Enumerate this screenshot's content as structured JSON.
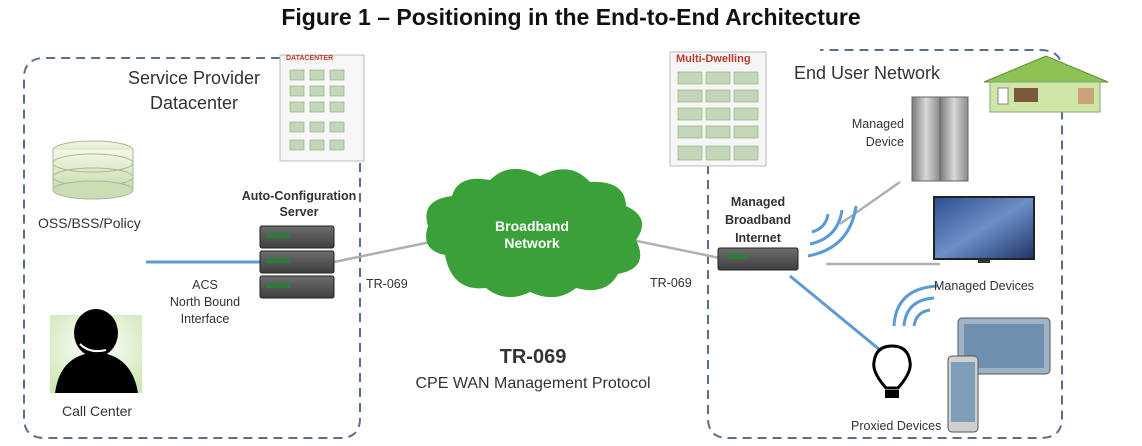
{
  "title": "Figure 1 – Positioning in the End-to-End Architecture",
  "regions": {
    "provider_title_line1": "Service Provider",
    "provider_title_line2": "Datacenter",
    "end_user_title": "End User Network"
  },
  "provider": {
    "datacenter_tag": "DATACENTER",
    "oss_label": "OSS/BSS/Policy",
    "acs_label_line1": "Auto-Configuration",
    "acs_label_line2": "Server",
    "nbi_line1": "ACS",
    "nbi_line2": "North Bound",
    "nbi_line3": "Interface",
    "call_center_label": "Call Center"
  },
  "network": {
    "cloud_line1": "Broadband",
    "cloud_line2": "Network",
    "tr069_left": "TR-069",
    "tr069_right": "TR-069",
    "protocol_title": "TR-069",
    "protocol_subtitle": "CPE WAN Management Protocol"
  },
  "end_user": {
    "multi_dwelling_tag": "Multi-Dwelling",
    "managed_device_line1": "Managed",
    "managed_device_line2": "Device",
    "gateway_line1": "Managed",
    "gateway_line2": "Broadband",
    "gateway_line3": "Internet",
    "managed_devices_label": "Managed Devices",
    "proxied_devices_label": "Proxied Devices"
  },
  "colors": {
    "dashed_border": "#5a6f8c",
    "cloud_green": "#3aa13a",
    "link_blue": "#5b9bd5",
    "link_gray": "#b0b0b0",
    "server_green": "#2f7a3b"
  }
}
